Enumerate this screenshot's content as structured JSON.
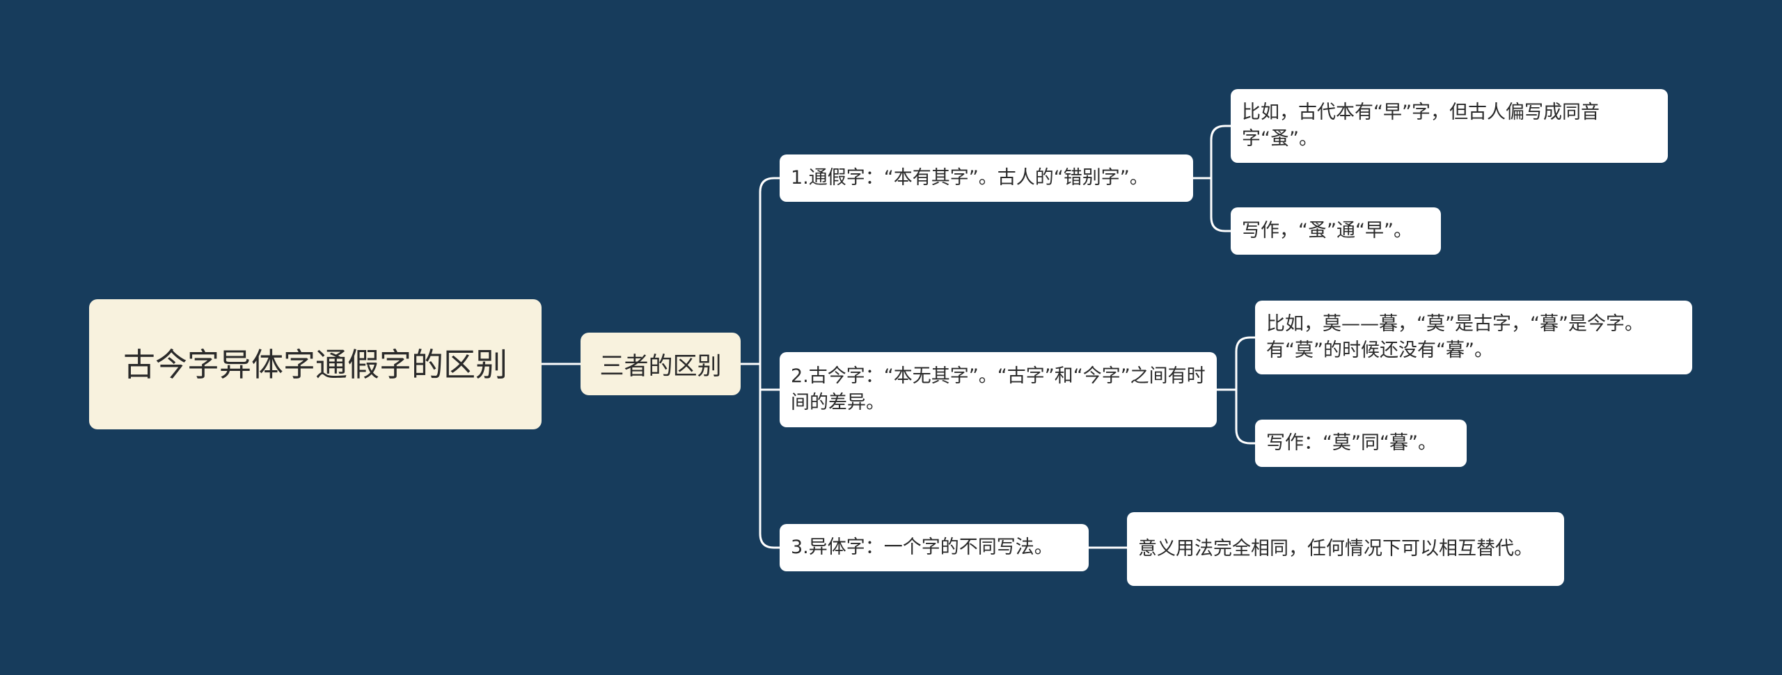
{
  "mindmap": {
    "root": {
      "text": "古今字异体字通假字的区别"
    },
    "mid": {
      "text": "三者的区别"
    },
    "branches": [
      {
        "text": "1.通假字：“本有其字”。古人的“错别字”。",
        "children": [
          {
            "text": "比如，古代本有“早”字，但古人偏写成同音字“蚤”。"
          },
          {
            "text": "写作，“蚤”通“早”。"
          }
        ]
      },
      {
        "text": "2.古今字：“本无其字”。“古字”和“今字”之间有时间的差异。",
        "children": [
          {
            "text": "比如，莫——暮，“莫”是古字，“暮”是今字。有“莫”的时候还没有“暮”。"
          },
          {
            "text": "写作：“莫”同“暮”。"
          }
        ]
      },
      {
        "text": "3.异体字：一个字的不同写法。",
        "children": [
          {
            "text": "意义用法完全相同，任何情况下可以相互替代。"
          }
        ]
      }
    ]
  },
  "colors": {
    "background": "#173c5c",
    "root_fill": "#f8f2de",
    "leaf_fill": "#ffffff",
    "connector": "#ffffff",
    "text": "#2a2a2a"
  }
}
